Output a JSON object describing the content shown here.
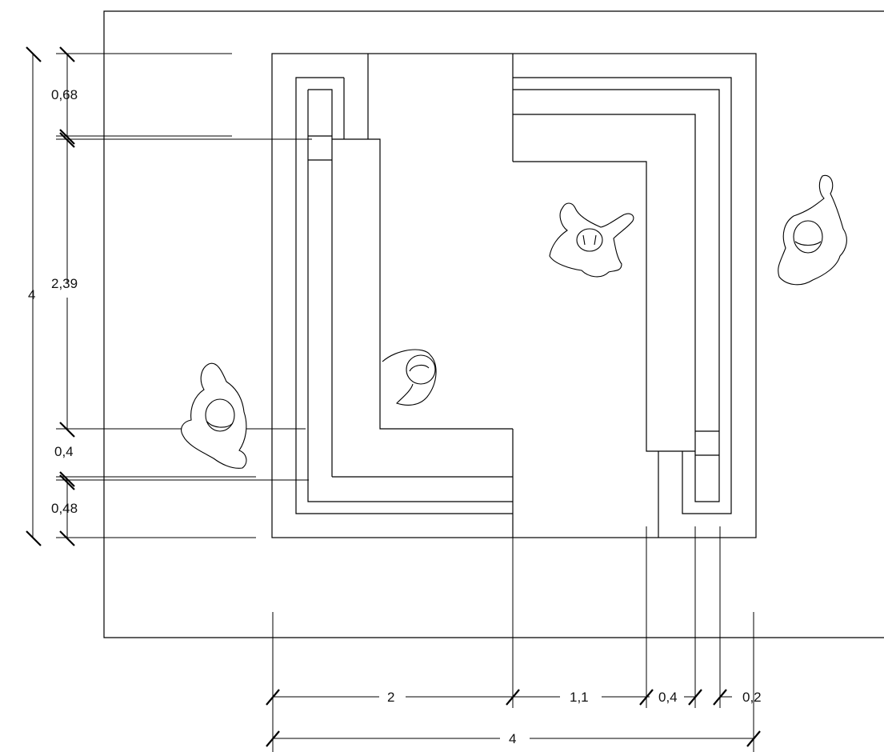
{
  "dimensions": {
    "horizontal": {
      "segments": [
        "2",
        "1,1",
        "0,4",
        "0,2"
      ],
      "overall": "4"
    },
    "vertical": {
      "segments": [
        "0,68",
        "2,39",
        "0,4",
        "0,48"
      ],
      "overall": "4"
    }
  },
  "figures": [
    "person-west",
    "person-center",
    "person-northeast",
    "person-east"
  ],
  "style": {
    "line_color": "#000000",
    "background": "#ffffff"
  }
}
